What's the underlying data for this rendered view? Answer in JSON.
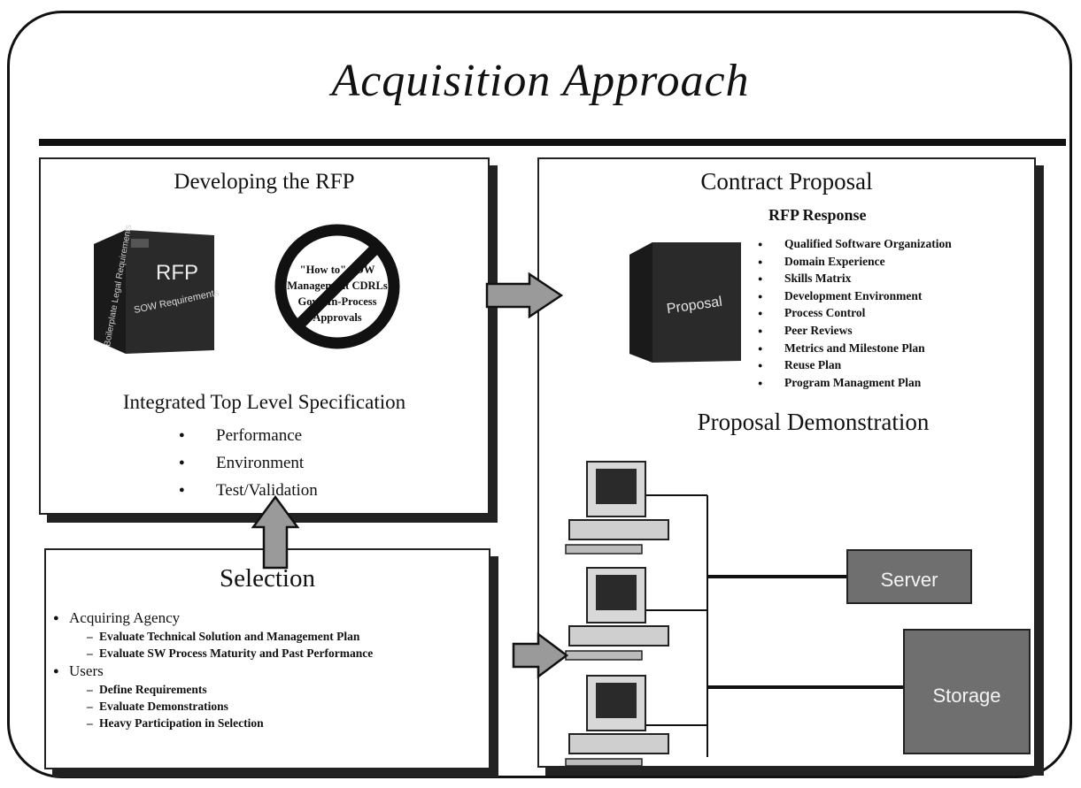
{
  "title": "Acquisition Approach",
  "rfp_panel": {
    "heading": "Developing the RFP",
    "binder": {
      "label": "RFP",
      "sub_label": "SOW Requirements",
      "spine_label": "Boilerplate Legal Requirements"
    },
    "prohibited": [
      "\"How to\" SOW",
      "Management CDRLs",
      "Gov't In-Process",
      "Approvals"
    ],
    "spec_heading": "Integrated Top Level Specification",
    "spec_items": [
      "Performance",
      "Environment",
      "Test/Validation"
    ]
  },
  "contract_panel": {
    "heading": "Contract Proposal",
    "binder_label": "Proposal",
    "response_heading": "RFP Response",
    "response_items": [
      "Qualified Software Organization",
      "Domain Experience",
      "Skills Matrix",
      "Development Environment",
      "Process Control",
      "Peer Reviews",
      "Metrics and Milestone Plan",
      "Reuse Plan",
      "Program Managment Plan"
    ],
    "demo_heading": "Proposal Demonstration",
    "server_label": "Server",
    "storage_label": "Storage"
  },
  "selection_panel": {
    "heading": "Selection",
    "groups": [
      {
        "label": "Acquiring Agency",
        "items": [
          "Evaluate Technical Solution and Management Plan",
          "Evaluate SW Process Maturity and  Past Performance"
        ]
      },
      {
        "label": "Users",
        "items": [
          "Define Requirements",
          "Evaluate Demonstrations",
          "Heavy Participation in Selection"
        ]
      }
    ]
  },
  "colors": {
    "ink": "#111111",
    "binder": "#2a2a2a",
    "arrow": "#9a9a9a",
    "box": "#6f6f6f"
  }
}
